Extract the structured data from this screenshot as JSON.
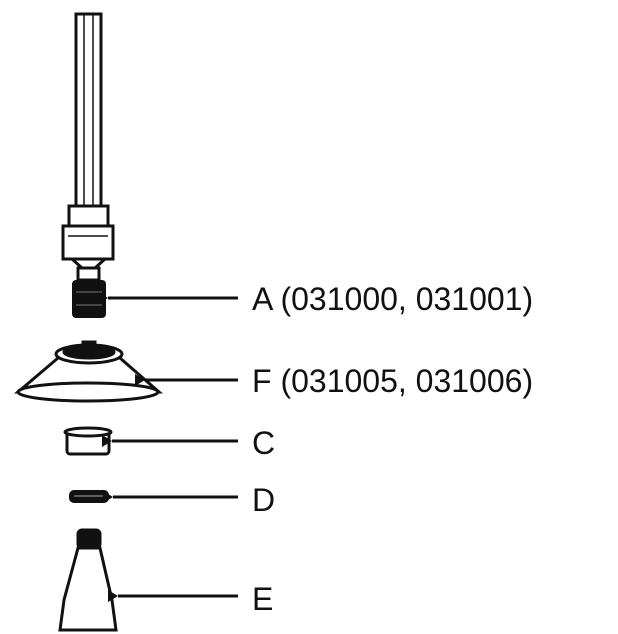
{
  "diagram": {
    "stroke_color": "#111111",
    "fill_color": "#ffffff",
    "parts": {
      "a": {
        "label": "A (031000, 031001)"
      },
      "f": {
        "label": "F (031005, 031006)"
      },
      "c": {
        "label": "C"
      },
      "d": {
        "label": "D"
      },
      "e": {
        "label": "E"
      }
    }
  }
}
